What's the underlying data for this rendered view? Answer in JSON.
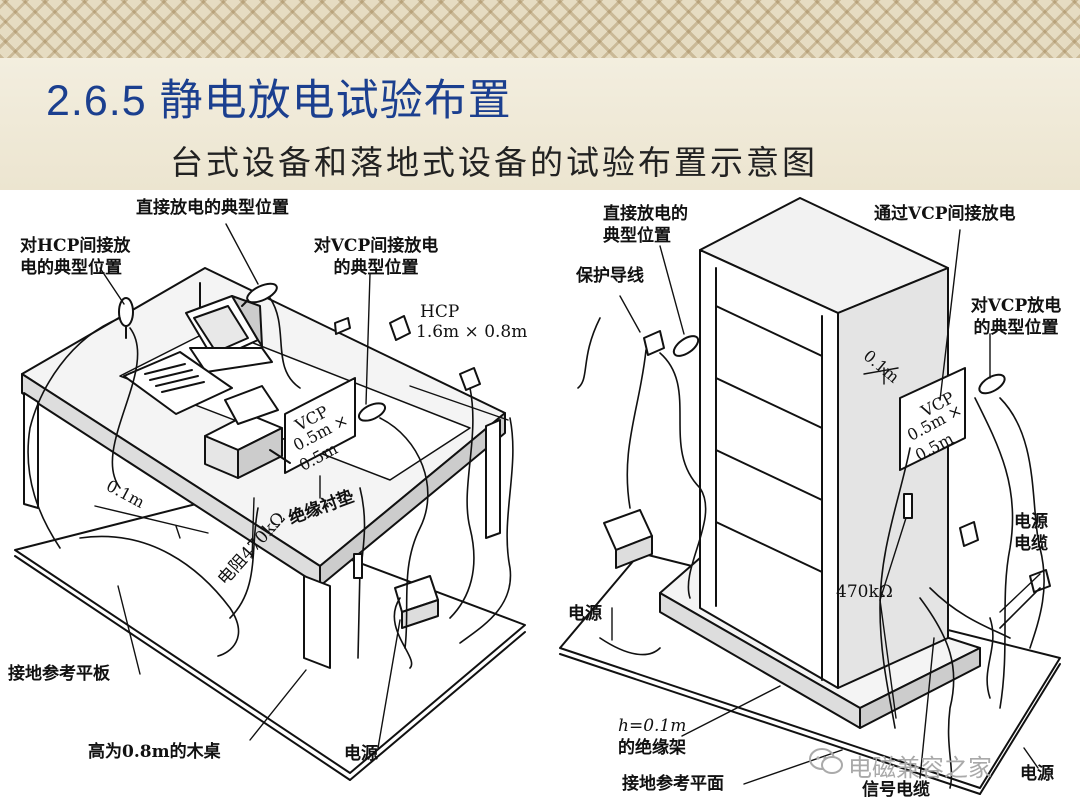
{
  "title": "2.6.5 静电放电试验布置",
  "subtitle": "台式设备和落地式设备的试验布置示意图",
  "left": {
    "direct_discharge": "直接放电的典型位置",
    "hcp_indirect": [
      "对HCP间接放",
      "电的典型位置"
    ],
    "vcp_indirect": [
      "对VCP间接放电",
      "的典型位置"
    ],
    "hcp_size": [
      "HCP",
      "1.6m × 0.8m"
    ],
    "vcp_size": [
      "VCP",
      "0.5m ×",
      "0.5m"
    ],
    "distance": "0.1m",
    "insulation_pad": "绝缘衬垫",
    "resistor": "电阻470kΩ",
    "ground_plate": "接地参考平板",
    "table_height": "高为0.8m的木桌",
    "power": "电源"
  },
  "right": {
    "direct_discharge": [
      "直接放电的",
      "典型位置"
    ],
    "vcp_indirect": "通过VCP间接放电",
    "protection_wire": "保护导线",
    "vcp_discharge": [
      "对VCP放电",
      "的典型位置"
    ],
    "distance": "0.1m",
    "vcp_size": [
      "VCP",
      "0.5m ×",
      "0.5m"
    ],
    "power_cable": [
      "电源",
      "电缆"
    ],
    "resistor": "470kΩ",
    "power": "电源",
    "insulation_support": [
      "h=0.1m",
      "的绝缘架"
    ],
    "ground_plane": "接地参考平面",
    "signal_cable": "信号电缆",
    "power2": "电源"
  },
  "watermark": "电磁兼容之家"
}
